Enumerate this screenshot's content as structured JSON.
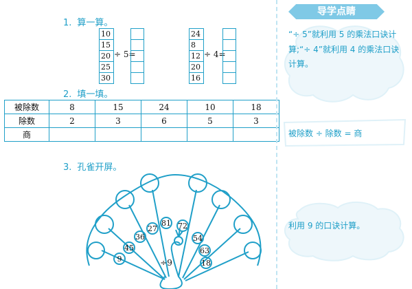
{
  "q1": {
    "num": "1.",
    "title": "算一算。",
    "left": {
      "dividends": [
        "10",
        "15",
        "20",
        "25",
        "30"
      ],
      "op": "÷ 5="
    },
    "right": {
      "dividends": [
        "24",
        "8",
        "12",
        "20",
        "16"
      ],
      "op": "÷ 4="
    }
  },
  "q2": {
    "num": "2.",
    "title": "填一填。",
    "rows": {
      "dividend_label": "被除数",
      "divisor_label": "除数",
      "quotient_label": "商"
    },
    "dividends": [
      "8",
      "15",
      "24",
      "10",
      "18"
    ],
    "divisors": [
      "2",
      "3",
      "6",
      "5",
      "3"
    ]
  },
  "q3": {
    "num": "3.",
    "title": "孔雀开屏。",
    "center": "÷9",
    "feathers": [
      "9",
      "45",
      "36",
      "27",
      "81",
      "72",
      "54",
      "63",
      "18"
    ]
  },
  "sidebar": {
    "title": "导学点睛",
    "tip1": "“÷ 5”就利用 5 的乘法口诀计算;“÷ 4”就利用 4 的乘法口诀计算。",
    "tip2": "被除数 ÷ 除数 = 商",
    "tip3": "利用 9 的口诀计算。"
  },
  "colors": {
    "accent": "#1f9fc8",
    "badge": "#7fc9e6",
    "cloud": "#dff1f8"
  }
}
